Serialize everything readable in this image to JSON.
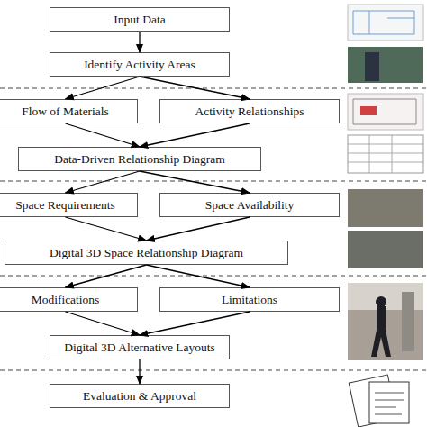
{
  "diagram": {
    "nodes": [
      {
        "text": [
          "Input Data"
        ]
      },
      {
        "text": [
          "Identify Activity Areas"
        ]
      },
      {
        "text": [
          "Flow of Materials"
        ]
      },
      {
        "text": [
          "Activity Relationships"
        ]
      },
      {
        "text": [
          "Data-Driven Relationship Diagram"
        ]
      },
      {
        "text": [
          "Space Requirements"
        ]
      },
      {
        "text": [
          "Space Availability"
        ]
      },
      {
        "text": [
          "Digital 3D Space Relationship Diagram"
        ]
      },
      {
        "text": [
          "Modifications"
        ]
      },
      {
        "text": [
          "Limitations"
        ]
      },
      {
        "text": [
          "Digital 3D Alternative Layouts"
        ]
      },
      {
        "text": [
          "Evaluation & Approval"
        ]
      }
    ],
    "edges": [
      {
        "from": 0,
        "to": 1,
        "arrow": "to"
      },
      {
        "from": 1,
        "to": 2,
        "arrow": "to"
      },
      {
        "from": 1,
        "to": 3,
        "arrow": "to"
      },
      {
        "from": 2,
        "to": 4,
        "arrow": "to"
      },
      {
        "from": 3,
        "to": 4,
        "arrow": "to"
      },
      {
        "from": 4,
        "to": 5,
        "arrow": "to"
      },
      {
        "from": 4,
        "to": 6,
        "arrow": "to"
      },
      {
        "from": 5,
        "to": 7,
        "arrow": "to"
      },
      {
        "from": 6,
        "to": 7,
        "arrow": "to"
      },
      {
        "from": 7,
        "to": 8,
        "arrow": "to"
      },
      {
        "from": 7,
        "to": 9,
        "arrow": "to"
      },
      {
        "from": 8,
        "to": 10,
        "arrow": "to"
      },
      {
        "from": 9,
        "to": 10,
        "arrow": "to"
      },
      {
        "from": 10,
        "to": 11,
        "arrow": "to"
      }
    ]
  }
}
